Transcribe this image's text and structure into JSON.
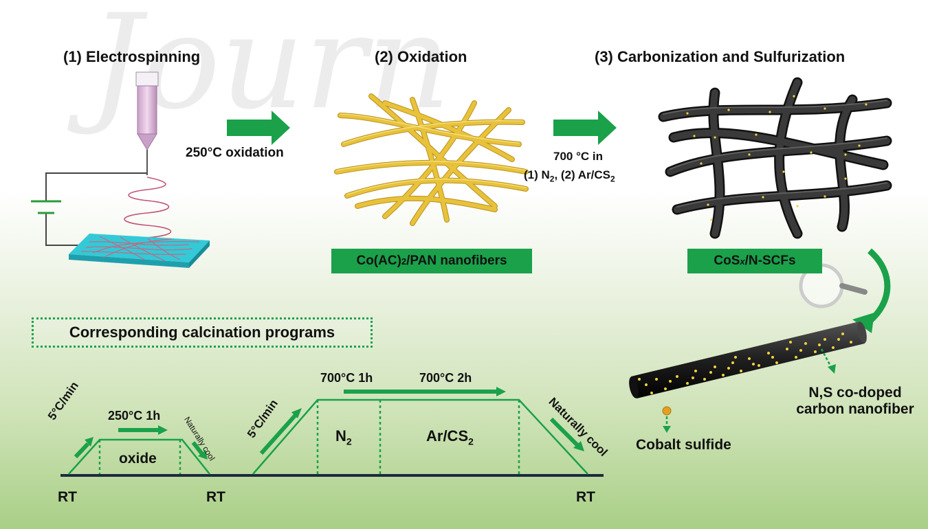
{
  "watermark": "Journ",
  "steps": {
    "step1": "(1) Electrospinning",
    "step2": "(2) Oxidation",
    "step3": "(3) Carbonization and Sulfurization"
  },
  "arrows": {
    "oxidation_label": "250°C oxidation",
    "carbonization_line1": "700 °C in",
    "carbonization_line2_a": "(1) N",
    "carbonization_line2_b": ", (2) Ar/CS"
  },
  "products": {
    "nanofibers_a": "Co(AC)",
    "nanofibers_b": "/PAN nanofibers",
    "final_a": "CoS",
    "final_b": "x",
    "final_c": "/N-SCFs"
  },
  "zoom": {
    "fiber_label_line1": "N,S co-doped",
    "fiber_label_line2": "carbon nanofiber",
    "particle_label": "Cobalt sulfide"
  },
  "calcination": {
    "heading": "Corresponding calcination programs",
    "rate1": "5°C/min",
    "hold1": "250°C 1h",
    "oxide": "oxide",
    "cool1": "Naturally cool",
    "rt1": "RT",
    "rt2": "RT",
    "rt3": "RT",
    "rate2": "5°C/min",
    "hold2": "700°C 1h",
    "hold3": "700°C 2h",
    "n2": "N",
    "ar_a": "Ar/CS",
    "sub2": "2",
    "cool2": "Naturally cool"
  },
  "colors": {
    "accent_green": "#1aa14a",
    "fiber_yellow": "#e8c23a",
    "fiber_dark": "#2a2a2a",
    "substrate": "#34c9d6",
    "spiral": "#c2557a"
  }
}
